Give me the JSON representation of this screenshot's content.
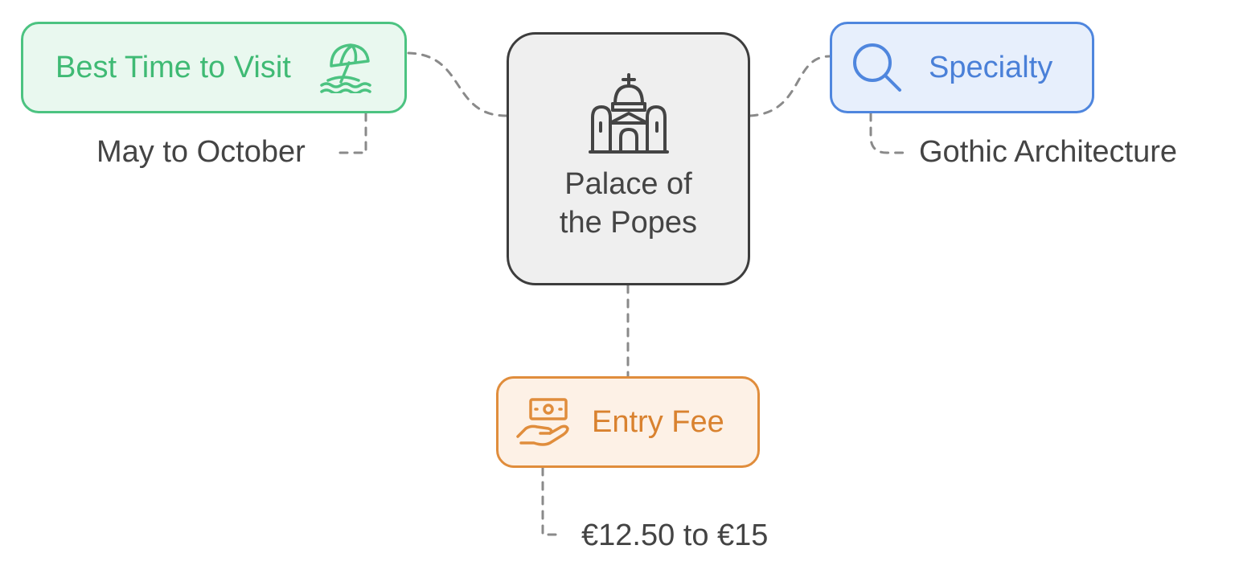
{
  "center": {
    "title_line1": "Palace of",
    "title_line2": "the Popes",
    "icon": "cathedral-icon",
    "color": "#3d3d3d"
  },
  "branches": {
    "best_time": {
      "label": "Best Time to Visit",
      "icon": "beach-umbrella-icon",
      "detail": "May to October",
      "color": "#4cc381"
    },
    "specialty": {
      "label": "Specialty",
      "icon": "search-icon",
      "detail": "Gothic Architecture",
      "color": "#4f86de"
    },
    "entry_fee": {
      "label": "Entry Fee",
      "icon": "money-hand-icon",
      "detail": "€12.50 to €15",
      "color": "#e08d3c"
    }
  },
  "connector_color": "#8a8a8a"
}
